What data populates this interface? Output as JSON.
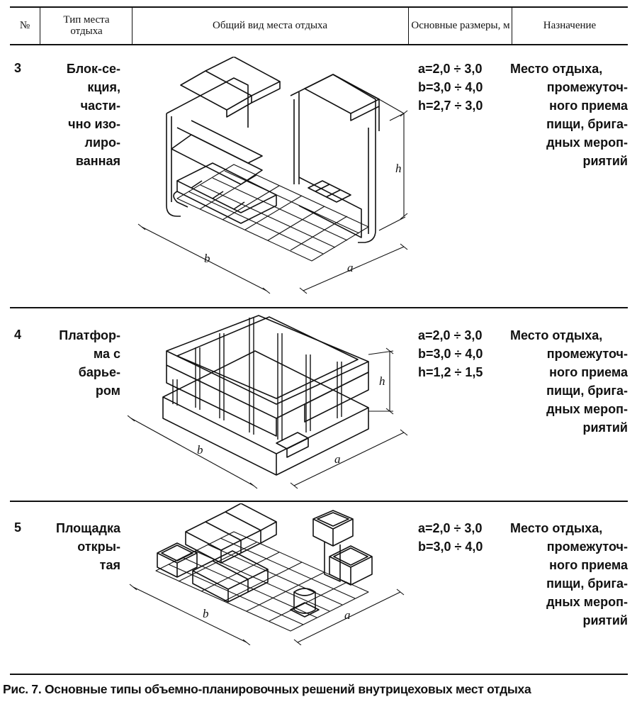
{
  "header": {
    "num": "№",
    "type": "Тип места отдыха",
    "view": "Общий вид места отдыха",
    "sizes": "Основные размеры, м",
    "purpose": "Назначение"
  },
  "rows": [
    {
      "num": "3",
      "type_lines": [
        "Блок-се-",
        "кция,",
        "части-",
        "чно изо-",
        "лиро-",
        "ванная"
      ],
      "dims": [
        "a=2,0 ÷ 3,0",
        "b=3,0 ÷ 4,0",
        "h=2,7 ÷ 3,0"
      ],
      "purpose_lines": [
        "Место отдыха,",
        "промежуточ-",
        "ного приема",
        "пищи, брига-",
        "дных мероп-",
        "риятий"
      ],
      "labels": {
        "b": "b",
        "a": "a",
        "h": "h"
      }
    },
    {
      "num": "4",
      "type_lines": [
        "Платфор-",
        "ма с",
        "барье-",
        "ром"
      ],
      "dims": [
        "a=2,0 ÷ 3,0",
        "b=3,0 ÷ 4,0",
        "h=1,2 ÷ 1,5"
      ],
      "purpose_lines": [
        "Место отдыха,",
        "промежуточ-",
        "ного приема",
        "пищи, брига-",
        "дных мероп-",
        "риятий"
      ],
      "labels": {
        "b": "b",
        "a": "a",
        "h": "h"
      }
    },
    {
      "num": "5",
      "type_lines": [
        "Площадка",
        "откры-",
        "тая"
      ],
      "dims": [
        "a=2,0 ÷ 3,0",
        "b=3,0 ÷ 4,0"
      ],
      "purpose_lines": [
        "Место отдыха,",
        "промежуточ-",
        "ного приема",
        "пищи, брига-",
        "дных мероп-",
        "риятий"
      ],
      "labels": {
        "b": "b",
        "a": "a"
      }
    }
  ],
  "caption": "Рис. 7. Основные типы объемно-планировочных решений внутрицеховых мест отдыха"
}
